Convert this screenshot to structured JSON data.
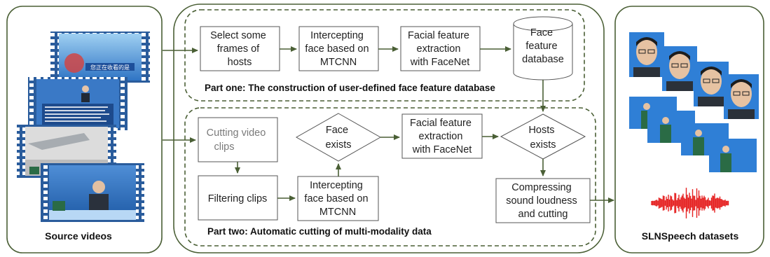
{
  "colors": {
    "panel_stroke": "#4a5f35",
    "film_frame": "#2a5c9c",
    "audio_wave": "#e52222",
    "face_bg": "#2f7fd6",
    "studio_green": "#2a6b45"
  },
  "source_panel": {
    "caption": "Source videos",
    "frames": [
      {
        "overlay_text": "您正在收看的是"
      },
      {
        "overlay_text": ""
      },
      {
        "overlay_text": ""
      },
      {
        "overlay_text": ""
      }
    ]
  },
  "part_one": {
    "label": "Part one: The construction of user-defined face feature database",
    "nodes": {
      "select_frames": [
        "Select some",
        "frames of",
        "hosts"
      ],
      "intercept_face": [
        "Intercepting",
        "face based on",
        "MTCNN"
      ],
      "feature_extraction": [
        "Facial feature",
        "extraction",
        "with FaceNet"
      ],
      "database": [
        "Face",
        "feature",
        "database"
      ]
    }
  },
  "part_two": {
    "label": "Part two: Automatic cutting of multi-modality data",
    "nodes": {
      "cutting_clips": [
        "Cutting video",
        "clips"
      ],
      "filtering_clips": [
        "Filtering clips"
      ],
      "intercept_face": [
        "Intercepting",
        "face based on",
        "MTCNN"
      ],
      "face_exists": [
        "Face",
        "exists"
      ],
      "feature_extraction": [
        "Facial feature",
        "extraction",
        "with FaceNet"
      ],
      "hosts_exists": [
        "Hosts",
        "exists"
      ],
      "compress": [
        "Compressing",
        "sound loudness",
        "and cutting"
      ]
    }
  },
  "output_panel": {
    "caption": "SLNSpeech datasets",
    "images": [
      "face-crop",
      "face-crop",
      "face-crop",
      "face-crop",
      "sign-language-clip",
      "sign-language-clip",
      "sign-language-clip",
      "sign-language-clip",
      "audio-waveform"
    ]
  }
}
